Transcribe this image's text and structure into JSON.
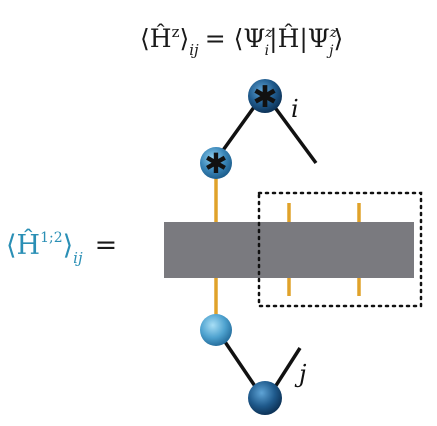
{
  "equations": {
    "top_lhs": "⟨Ĥ",
    "top_sup": "z",
    "top_close": "⟩",
    "top_sub": "ij",
    "top_rhs": "= ⟨Ψ",
    "top_psi_i_sup": "z",
    "top_psi_i_sub": "i",
    "top_mid": "|Ĥ|Ψ",
    "top_psi_j_sup": "z",
    "top_psi_j_sub": "j",
    "top_end": "⟩",
    "left_lhs": "⟨Ĥ",
    "left_sup": "1;2",
    "left_close": "⟩",
    "left_sub": "ij",
    "left_eq": "="
  },
  "labels": {
    "i": "i",
    "j": "j"
  },
  "nodes": {
    "star_glyph": "✱"
  },
  "colors": {
    "equation_top": "#1a1a1a",
    "equation_left": "#2a8fb5",
    "operator_block": "#7a7a7f",
    "leg": "#e0a22a",
    "bond": "#111111",
    "node_dark": "#1f4f7a",
    "node_light": "#3a86b8"
  }
}
